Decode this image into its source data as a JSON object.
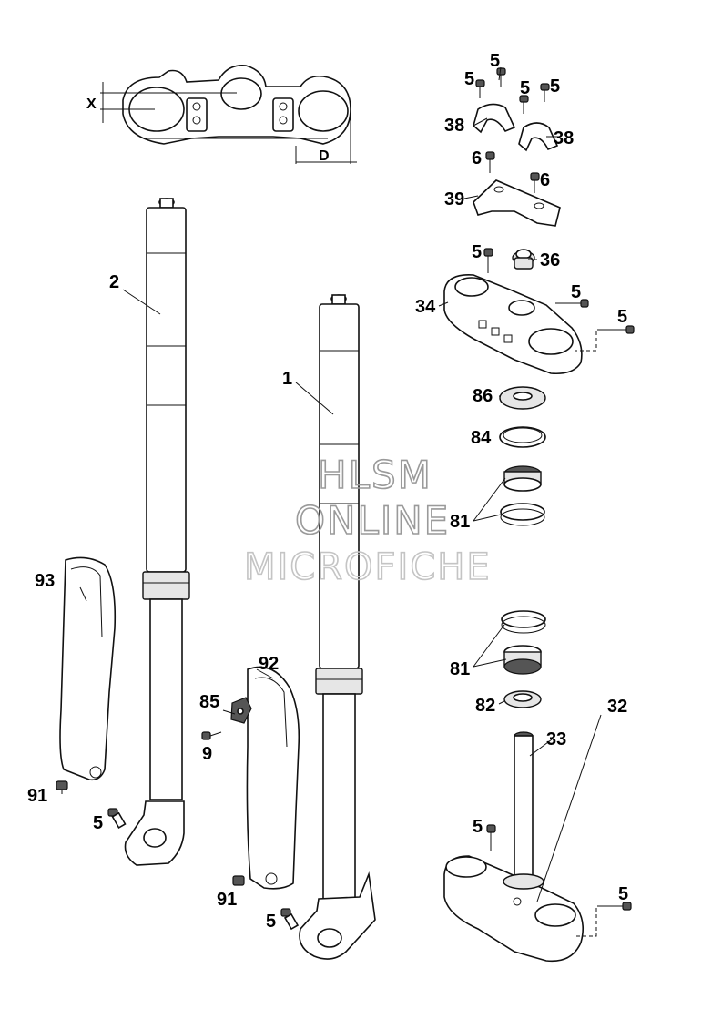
{
  "watermark": {
    "line1": "HLSM",
    "line2": "ONLINE",
    "line3": "MICROFICHE"
  },
  "dimensions": {
    "x_label": "X",
    "d_label": "D"
  },
  "callouts": {
    "c_1": "1",
    "c_2": "2",
    "c_5_a": "5",
    "c_5_b": "5",
    "c_5_c": "5",
    "c_5_d": "5",
    "c_5_e": "5",
    "c_5_f": "5",
    "c_5_g": "5",
    "c_5_h": "5",
    "c_5_i": "5",
    "c_5_j": "5",
    "c_6_a": "6",
    "c_6_b": "6",
    "c_9": "9",
    "c_32": "32",
    "c_33": "33",
    "c_34": "34",
    "c_36": "36",
    "c_38_a": "38",
    "c_38_b": "38",
    "c_39": "39",
    "c_81_a": "81",
    "c_81_b": "81",
    "c_82": "82",
    "c_84": "84",
    "c_85": "85",
    "c_86": "86",
    "c_91_a": "91",
    "c_91_b": "91",
    "c_92": "92",
    "c_93": "93"
  }
}
